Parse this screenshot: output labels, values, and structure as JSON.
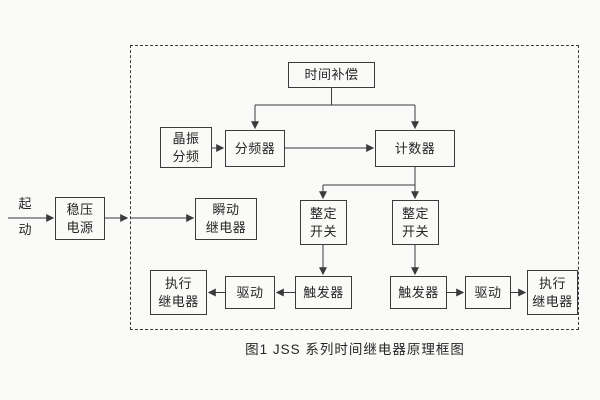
{
  "figure": {
    "caption": "图1  JSS  系列时间继电器原理框图"
  },
  "colors": {
    "background": "#fafaf8",
    "line": "#3b3b3b",
    "text": "#262626"
  },
  "blocks": {
    "start": {
      "lines": [
        "起",
        "动"
      ]
    },
    "power_supply": {
      "lines": [
        "稳压",
        "电源"
      ]
    },
    "time_compensation": {
      "label": "时间补偿"
    },
    "crystal_divider": {
      "lines": [
        "晶振",
        "分频"
      ]
    },
    "frequency_divider": {
      "label": "分频器"
    },
    "counter": {
      "label": "计数器"
    },
    "instant_relay": {
      "lines": [
        "瞬动",
        "继电器"
      ]
    },
    "setting_switch_left": {
      "lines": [
        "整定",
        "开关"
      ]
    },
    "setting_switch_right": {
      "lines": [
        "整定",
        "开关"
      ]
    },
    "trigger_left": {
      "label": "触发器"
    },
    "trigger_right": {
      "label": "触发器"
    },
    "driver_left": {
      "label": "驱动"
    },
    "driver_right": {
      "label": "驱动"
    },
    "exec_relay_left": {
      "lines": [
        "执行",
        "继电器"
      ]
    },
    "exec_relay_right": {
      "lines": [
        "执行",
        "继电器"
      ]
    }
  }
}
